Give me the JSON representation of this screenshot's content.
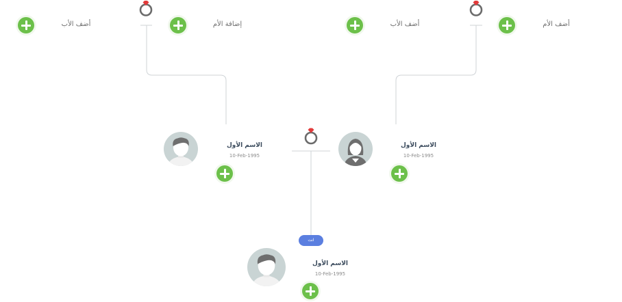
{
  "grandparents_left": {
    "add_father_label": "أضف الأب",
    "add_mother_label": "إضافة الأم"
  },
  "grandparents_right": {
    "add_father_label": "أضف الأب",
    "add_mother_label": "أضف الأم"
  },
  "father": {
    "name": "الاسم الأول",
    "date": "10-Feb-1995",
    "gender": "male"
  },
  "mother": {
    "name": "الاسم الأول",
    "date": "10-Feb-1995",
    "gender": "female"
  },
  "self": {
    "name": "الاسم الأول",
    "date": "10-Feb-1995",
    "badge": "انت"
  },
  "icons": {
    "add": "plus-icon",
    "marriage": "ring-icon",
    "avatar": "person-avatar"
  },
  "colors": {
    "add_button": "#6cc04a",
    "ring_gem": "#e23a3a",
    "ring_band": "#6b6b6b",
    "badge": "#5b7fe0",
    "connector": "#cfd3d6",
    "avatar_bg": "#c9d4d4",
    "hair": "#6e6e6e"
  }
}
